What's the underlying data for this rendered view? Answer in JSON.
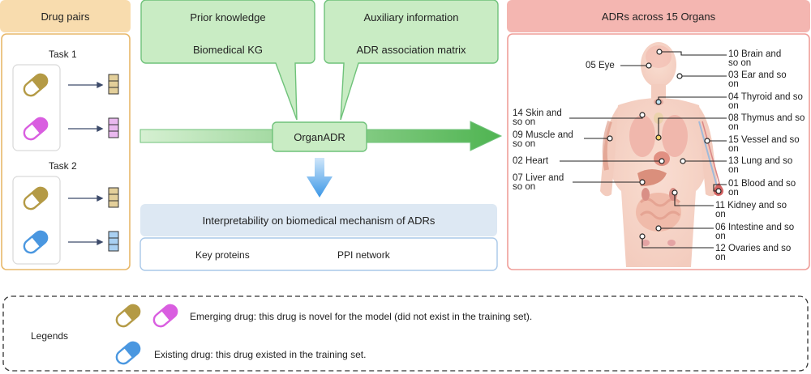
{
  "drug_pairs": {
    "header": "Drug pairs",
    "task1": "Task 1",
    "task2": "Task 2"
  },
  "prior_knowledge": {
    "title": "Prior knowledge",
    "item": "Biomedical KG"
  },
  "auxiliary": {
    "title": "Auxiliary information",
    "item": "ADR association matrix"
  },
  "model": {
    "name": "OrganADR"
  },
  "interpretability": {
    "title": "Interpretability on biomedical mechanism of ADRs",
    "items": [
      "Key proteins",
      "PPI network"
    ]
  },
  "organs": {
    "header": "ADRs across 15 Organs",
    "labels": {
      "brain": "10 Brain and so on",
      "eye": "05 Eye",
      "ear": "03 Ear and so on",
      "thyroid": "04 Thyroid and so on",
      "skin": "14 Skin and so on",
      "thymus": "08 Thymus and so on",
      "muscle": "09 Muscle and so on",
      "vessel": "15 Vessel and so on",
      "heart": "02 Heart",
      "lung": "13 Lung and so on",
      "liver": "07 Liver and so on",
      "blood": "01 Blood and so on",
      "kidney": "11 Kidney and so on",
      "intestine": "06 Intestine and so on",
      "ovaries": "12 Ovaries and so on"
    }
  },
  "legend": {
    "title": "Legends",
    "emerging": "Emerging drug: this drug is novel for the model (did not exist in the training set).",
    "existing": "Existing drug: this drug existed in the training set."
  },
  "colors": {
    "header_orange": "#f8dcae",
    "panel_orange_border": "#e8b86a",
    "green_fill": "#c9ecc4",
    "green_border": "#6fc27a",
    "green_arrow": "#5dbb5e",
    "blue_header": "#dde8f3",
    "blue_border": "#a9c8e8",
    "blue_arrow": "#4ea6e8",
    "pink_header": "#f4b6b1",
    "pink_border": "#ef9e99",
    "pill_olive": "#b49a45",
    "pill_magenta": "#d95ee0",
    "pill_blue": "#4a97e0"
  }
}
